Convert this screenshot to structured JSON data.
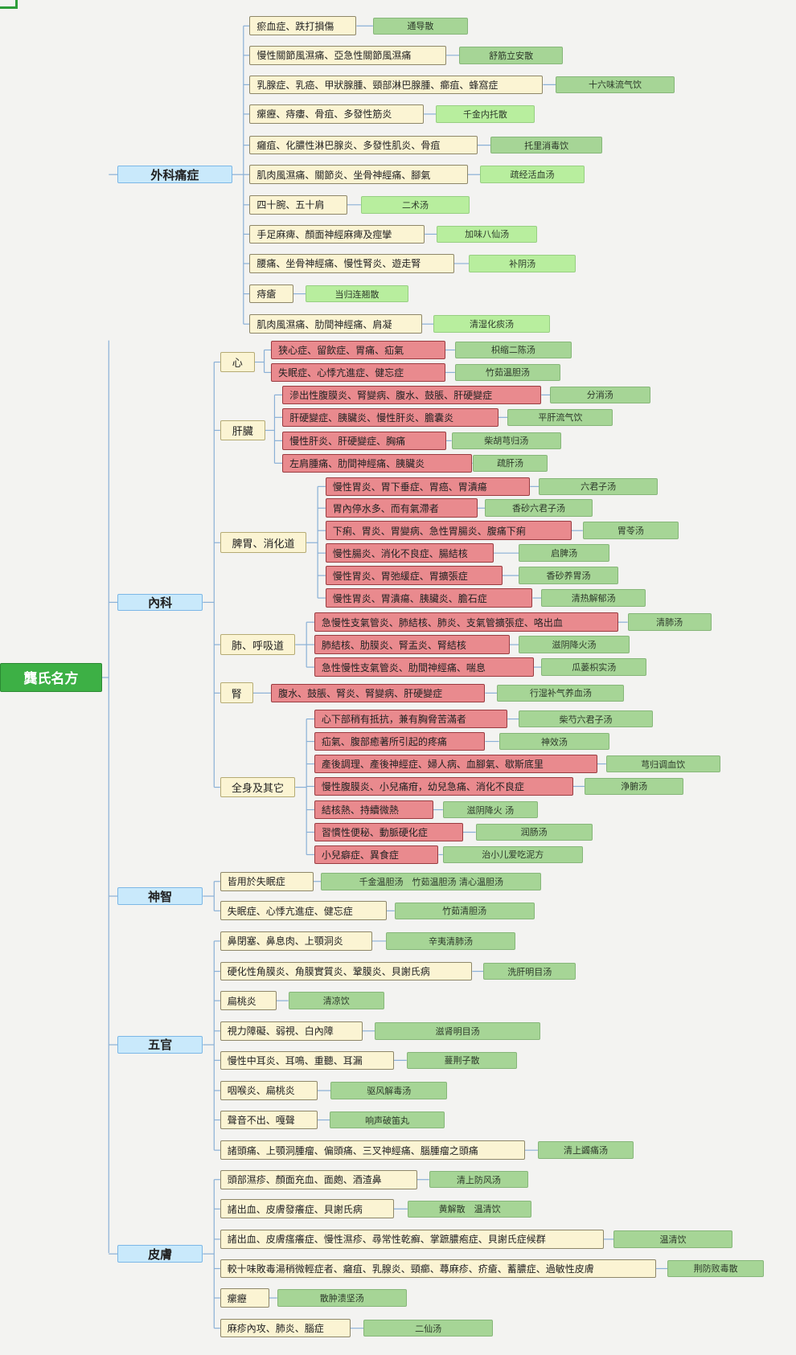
{
  "root": "龔氏名方",
  "categories": [
    {
      "name": "外科痛症",
      "items": [
        {
          "condition": "瘀血症、跌打損傷",
          "remedy": "通导散"
        },
        {
          "condition": "慢性關節風濕痛、亞急性關節風濕痛",
          "remedy": "舒筋立安散"
        },
        {
          "condition": "乳腺症、乳癌、甲狀腺腫、頸部淋巴腺腫、癤疽、蜂窩症",
          "remedy": "十六味流气饮"
        },
        {
          "condition": "瘰癧、痔瘻、骨疽、多發性筋炎",
          "remedy": "千金内托散"
        },
        {
          "condition": "癰疽、化膿性淋巴腺炎、多發性肌炎、骨疽",
          "remedy": "托里消毒饮"
        },
        {
          "condition": "肌肉風濕痛、關節炎、坐骨神經痛、腳氣",
          "remedy": "疏经活血汤"
        },
        {
          "condition": "四十腕、五十肩",
          "remedy": "二术汤"
        },
        {
          "condition": "手足麻痺、顏面神經麻痺及痙攣",
          "remedy": "加味八仙汤"
        },
        {
          "condition": "腰痛、坐骨神經痛、慢性腎炎、遊走腎",
          "remedy": "补阴汤"
        },
        {
          "condition": "痔瘡",
          "remedy": "当归连翘散"
        },
        {
          "condition": "肌肉風濕痛、肋間神經痛、肩凝",
          "remedy": "清湿化痰汤"
        }
      ]
    },
    {
      "name": "內科",
      "subs": [
        {
          "name": "心",
          "items": [
            {
              "condition": "狭心症、留飲症、胃痛、疝氣",
              "remedy": "枳缩二陈汤"
            },
            {
              "condition": "失眠症、心悸亢進症、健忘症",
              "remedy": "竹茹温胆汤"
            }
          ]
        },
        {
          "name": "肝臟",
          "items": [
            {
              "condition": "滲出性腹膜炎、腎變病、腹水、鼓脹、肝硬變症",
              "remedy": "分消汤"
            },
            {
              "condition": "肝硬變症、胰臟炎、慢性肝炎、膽囊炎",
              "remedy": "平肝流气饮"
            },
            {
              "condition": "慢性肝炎、肝硬變症、胸痛",
              "remedy": "柴胡芎归汤"
            },
            {
              "condition": "左肩腫痛、肋間神經痛、胰臟炎",
              "remedy": "疏肝汤"
            }
          ]
        },
        {
          "name": "脾胃、消化道",
          "items": [
            {
              "condition": "慢性胃炎、胃下垂症、胃癌、胃潰瘍",
              "remedy": "六君子汤"
            },
            {
              "condition": "胃內停水多、而有氣滯者",
              "remedy": "香砂六君子汤"
            },
            {
              "condition": "下痢、胃炎、胃變病、急性胃腸炎、腹痛下痢",
              "remedy": "胃苓汤"
            },
            {
              "condition": "慢性腸炎、消化不良症、腸結核",
              "remedy": "启脾汤"
            },
            {
              "condition": "慢性胃炎、胃弛緩症、胃擴張症",
              "remedy": "香砂养胃汤"
            },
            {
              "condition": "慢性胃炎、胃潰瘍、胰臟炎、膽石症",
              "remedy": "清热解郁汤"
            }
          ]
        },
        {
          "name": "肺、呼吸道",
          "items": [
            {
              "condition": "急慢性支氣管炎、肺結核、肺炎、支氣管擴張症、咯出血",
              "remedy": "清肺汤"
            },
            {
              "condition": "肺結核、肋膜炎、腎盂炎、腎結核",
              "remedy": "滋阴降火汤"
            },
            {
              "condition": "急性慢性支氣管炎、肋間神經痛、喘息",
              "remedy": "瓜蒌枳实汤"
            }
          ]
        },
        {
          "name": "腎",
          "items": [
            {
              "condition": "腹水、鼓脹、腎炎、腎變病、肝硬變症",
              "remedy": "行湿补气养血汤"
            }
          ]
        },
        {
          "name": "全身及其它",
          "items": [
            {
              "condition": "心下部稍有抵抗，兼有胸脅苦滿者",
              "remedy": "柴芍六君子汤"
            },
            {
              "condition": "疝氣、腹部癒著所引起的疼痛",
              "remedy": "神效汤"
            },
            {
              "condition": "產後調理、產後神經症、婦人病、血腳氣、歇斯底里",
              "remedy": "芎归调血饮"
            },
            {
              "condition": "慢性腹膜炎、小兒痛疳，幼兒急痛、消化不良症",
              "remedy": "浄腑汤"
            },
            {
              "condition": "結核熱、持續微熱",
              "remedy": "滋阴降火 汤"
            },
            {
              "condition": "習慣性便秘、動脈硬化症",
              "remedy": "润肠汤"
            },
            {
              "condition": "小兒癖症、異食症",
              "remedy": "治小儿爱吃泥方"
            }
          ]
        }
      ]
    },
    {
      "name": "神智",
      "items": [
        {
          "condition": "皆用於失眠症",
          "remedy": "千金温胆汤　竹茹温胆汤 清心温胆汤"
        },
        {
          "condition": "失眠症、心悸亢進症、健忘症",
          "remedy": "竹茹清胆汤"
        }
      ]
    },
    {
      "name": "五官",
      "items": [
        {
          "condition": "鼻閉塞、鼻息肉、上顎洞炎",
          "remedy": "辛夷清肺汤"
        },
        {
          "condition": "硬化性角膜炎、角膜實質炎、鞏膜炎、貝謝氏病",
          "remedy": "洗肝明目汤"
        },
        {
          "condition": "扁桃炎",
          "remedy": "清凉饮"
        },
        {
          "condition": "視力障礙、弱視、白內障",
          "remedy": "滋肾明目汤"
        },
        {
          "condition": "慢性中耳炎、耳鳴、重聽、耳漏",
          "remedy": "蔓荆子散"
        },
        {
          "condition": "咽喉炎、扁桃炎",
          "remedy": "驱风解毒汤"
        },
        {
          "condition": "聲音不出、嘎聲",
          "remedy": "响声破笛丸"
        },
        {
          "condition": "諸頭痛、上顎洞腫瘤、偏頭痛、三叉神經痛、腦腫瘤之頭痛",
          "remedy": "清上蠲痛汤"
        }
      ]
    },
    {
      "name": "皮膚",
      "items": [
        {
          "condition": "頭部濕疹、顏面充血、面皰、酒渣鼻",
          "remedy": "清上防风汤"
        },
        {
          "condition": "諸出血、皮膚發癢症、貝謝氏病",
          "remedy": "黄解散　温清饮"
        },
        {
          "condition": "諸出血、皮膚瘙癢症、慢性濕疹、尋常性乾癬、掌蹠膿疱症、貝謝氏症候群",
          "remedy": "温清饮"
        },
        {
          "condition": "較十味敗毒湯稍微輕症者、癰疽、乳腺炎、頸癤、蕁麻疹、疥瘡、蓄膿症、過敏性皮膚",
          "remedy": "荆防败毒散"
        },
        {
          "condition": "瘰癧",
          "remedy": "散肿溃坚汤"
        },
        {
          "condition": "麻疹內攻、肺炎、腦症",
          "remedy": "二仙汤"
        }
      ]
    }
  ]
}
